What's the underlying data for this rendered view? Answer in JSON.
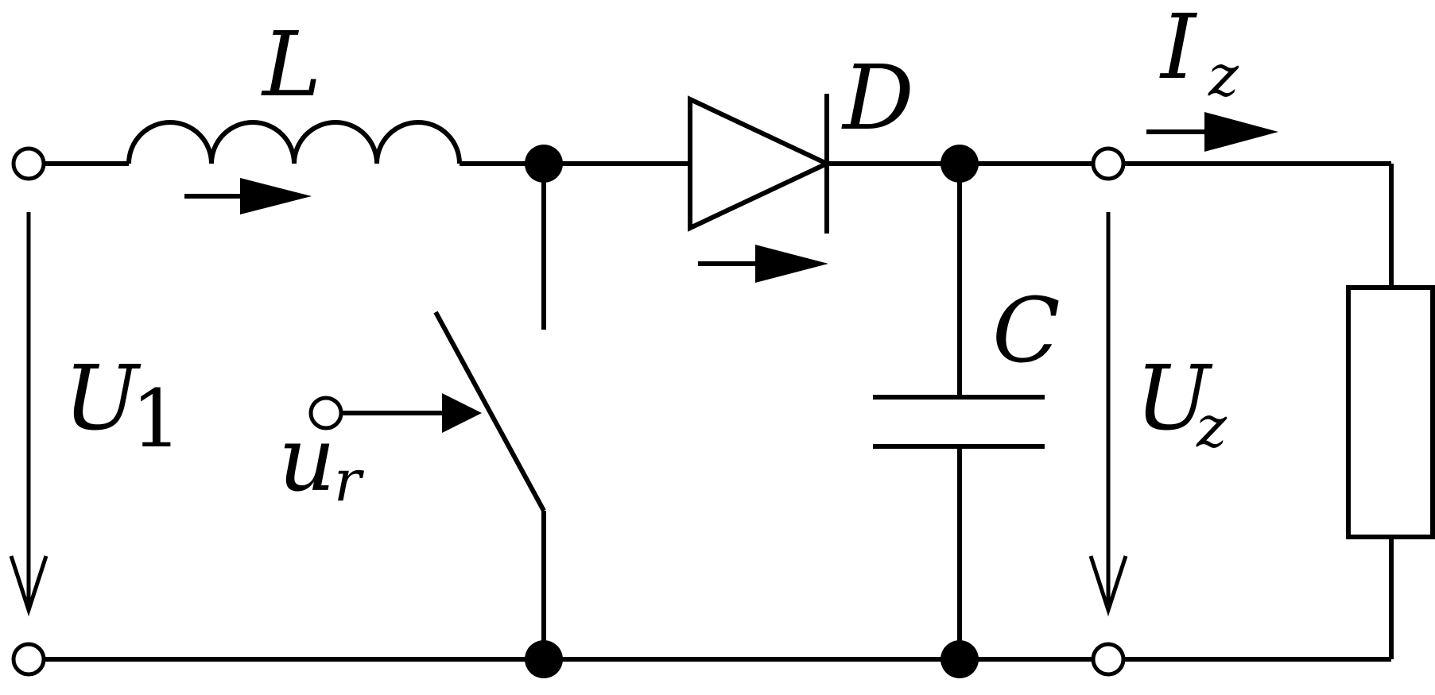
{
  "labels": {
    "inductor": "L",
    "diode": "D",
    "capacitor": "C",
    "input_voltage_main": "U",
    "input_voltage_sub": "1",
    "output_voltage_main": "U",
    "output_voltage_sub": "z",
    "output_current_main": "I",
    "output_current_sub": "z",
    "control_voltage_main": "u",
    "control_voltage_sub": "r"
  }
}
